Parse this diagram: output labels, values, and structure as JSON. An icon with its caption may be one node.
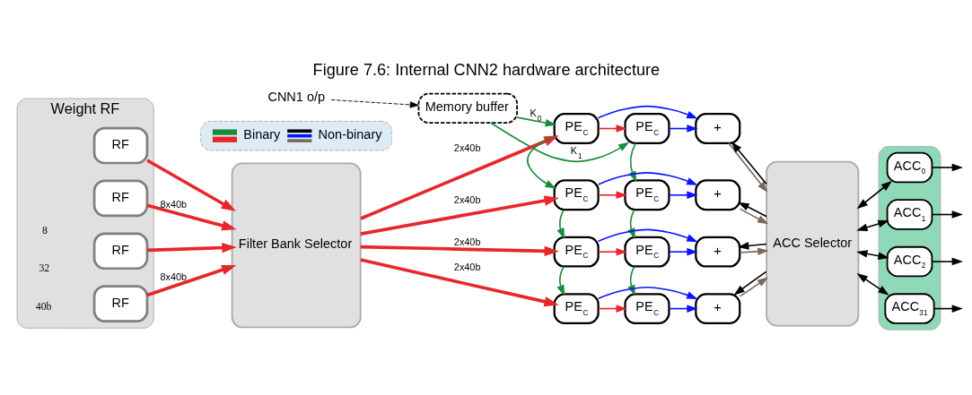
{
  "diagram": {
    "title": "Figure 7.6: Internal CNN2 hardware architecture",
    "nodes": [
      {
        "text": [
          "Memory buffer"
        ]
      },
      {
        "text": [
          "CNN1 o/p"
        ]
      },
      {
        "text": [
          "Weight RF"
        ]
      },
      {
        "text": [
          "RF"
        ],
        "in": 2
      },
      {
        "text": [
          "RF"
        ],
        "in": 2
      },
      {
        "text": [
          "RF"
        ],
        "in": 2
      },
      {
        "text": [
          "RF"
        ],
        "in": 2
      },
      {
        "text": [
          "Filter Bank Selector"
        ]
      },
      {
        "text": [
          "PE$_{C}$"
        ]
      },
      {
        "text": [
          "PE$_{C}$"
        ]
      },
      {
        "text": [
          "PE$_{C}$"
        ]
      },
      {
        "text": [
          "PE$_{C}$"
        ]
      },
      {
        "text": [
          "PE$_{C}$"
        ]
      },
      {
        "text": [
          "PE$_{C}$"
        ]
      },
      {
        "text": [
          "PE$_{C}$"
        ]
      },
      {
        "text": [
          "PE$_{C}$"
        ]
      },
      {
        "text": [
          "+"
        ]
      },
      {
        "text": [
          "+"
        ]
      },
      {
        "text": [
          "+"
        ]
      },
      {
        "text": [
          "+"
        ]
      },
      {
        "text": [
          "ACC Selector"
        ]
      },
      {
        "text": [],
        "shape": "box"
      },
      {
        "text": [
          "ACC$_{0}$"
        ],
        "in": 21
      },
      {
        "text": [
          "ACC$_{1}$"
        ],
        "in": 21
      },
      {
        "text": [
          "ACC$_{2}$"
        ],
        "in": 21
      },
      {
        "text": [
          "ACC$_{31}$"
        ],
        "in": 21
      }
    ],
    "edges": [
      {
        "from": 1,
        "to": 0,
        "arrow": "to",
        "style": "dashed"
      },
      {
        "from": 0,
        "to": 8,
        "arrow": "to",
        "label": "K$_{0}$",
        "color": "#1a8c3c"
      },
      {
        "from": 0,
        "to": 9,
        "arrow": "to",
        "label": "K$_{1}$",
        "color": "#1a8c3c"
      },
      {
        "from": 3,
        "to": 7,
        "arrow": "to",
        "label": "8x40b",
        "style": "thick",
        "color": "#e8262b"
      },
      {
        "from": 4,
        "to": 7,
        "arrow": "to",
        "style": "thick",
        "color": "#e8262b"
      },
      {
        "from": 5,
        "to": 7,
        "arrow": "to",
        "label": "8x40b",
        "style": "thick",
        "color": "#e8262b"
      },
      {
        "from": 6,
        "to": 7,
        "arrow": "to",
        "style": "thick",
        "color": "#e8262b"
      },
      {
        "from": 7,
        "to": 8,
        "arrow": "to",
        "label": "2x40b",
        "style": "thick",
        "color": "#e8262b"
      },
      {
        "from": 7,
        "to": 10,
        "arrow": "to",
        "label": "2x40b",
        "style": "thick",
        "color": "#e8262b"
      },
      {
        "from": 7,
        "to": 12,
        "arrow": "to",
        "label": "2x40b",
        "style": "thick",
        "color": "#e8262b"
      },
      {
        "from": 7,
        "to": 14,
        "arrow": "to",
        "label": "2x40b",
        "style": "thick",
        "color": "#e8262b"
      },
      {
        "from": 8,
        "to": 9,
        "arrow": "to",
        "color": "#e8262b"
      },
      {
        "from": 10,
        "to": 11,
        "arrow": "to",
        "color": "#e8262b"
      },
      {
        "from": 12,
        "to": 13,
        "arrow": "to",
        "color": "#e8262b"
      },
      {
        "from": 14,
        "to": 15,
        "arrow": "to",
        "color": "#e8262b"
      },
      {
        "from": 8,
        "to": 10,
        "arrow": "to",
        "color": "#1a8c3c"
      },
      {
        "from": 10,
        "to": 12,
        "arrow": "to",
        "color": "#1a8c3c"
      },
      {
        "from": 12,
        "to": 14,
        "arrow": "to",
        "color": "#1a8c3c"
      },
      {
        "from": 9,
        "to": 11,
        "arrow": "to",
        "color": "#1a8c3c"
      },
      {
        "from": 11,
        "to": 13,
        "arrow": "to",
        "color": "#1a8c3c"
      },
      {
        "from": 13,
        "to": 15,
        "arrow": "to",
        "color": "#1a8c3c"
      },
      {
        "from": 9,
        "to": 16,
        "arrow": "to",
        "color": "#0a14ff"
      },
      {
        "from": 8,
        "to": 16,
        "arrow": "to",
        "color": "#0a14ff"
      },
      {
        "from": 11,
        "to": 17,
        "arrow": "to",
        "color": "#0a14ff"
      },
      {
        "from": 10,
        "to": 17,
        "arrow": "to",
        "color": "#0a14ff"
      },
      {
        "from": 13,
        "to": 18,
        "arrow": "to",
        "color": "#0a14ff"
      },
      {
        "from": 12,
        "to": 18,
        "arrow": "to",
        "color": "#0a14ff"
      },
      {
        "from": 15,
        "to": 19,
        "arrow": "to",
        "color": "#0a14ff"
      },
      {
        "from": 14,
        "to": 19,
        "arrow": "to",
        "color": "#0a14ff"
      },
      {
        "from": 20,
        "to": 16,
        "arrow": "to"
      },
      {
        "from": 16,
        "to": 20,
        "arrow": "to",
        "color": "#7a6a5a"
      },
      {
        "from": 20,
        "to": 17,
        "arrow": "to"
      },
      {
        "from": 17,
        "to": 20,
        "arrow": "to",
        "color": "#7a6a5a"
      },
      {
        "from": 20,
        "to": 18,
        "arrow": "to"
      },
      {
        "from": 18,
        "to": 20,
        "arrow": "to",
        "color": "#7a6a5a"
      },
      {
        "from": 20,
        "to": 19,
        "arrow": "to"
      },
      {
        "from": 19,
        "to": 20,
        "arrow": "to",
        "color": "#7a6a5a"
      },
      {
        "from": 20,
        "to": 22,
        "arrow": "both"
      },
      {
        "from": 20,
        "to": 23,
        "arrow": "both"
      },
      {
        "from": 20,
        "to": 24,
        "arrow": "both"
      },
      {
        "from": 20,
        "to": 25,
        "arrow": "both"
      },
      {
        "from": 22,
        "to": null,
        "arrow": "to"
      },
      {
        "from": 23,
        "to": null,
        "arrow": "to"
      },
      {
        "from": 24,
        "to": null,
        "arrow": "to"
      },
      {
        "from": 25,
        "to": null,
        "arrow": "to"
      }
    ],
    "labels": [
      "8",
      "32",
      "40b"
    ],
    "legend": [
      {
        "text": "Binary"
      },
      {
        "text": "Non-binary"
      }
    ]
  }
}
